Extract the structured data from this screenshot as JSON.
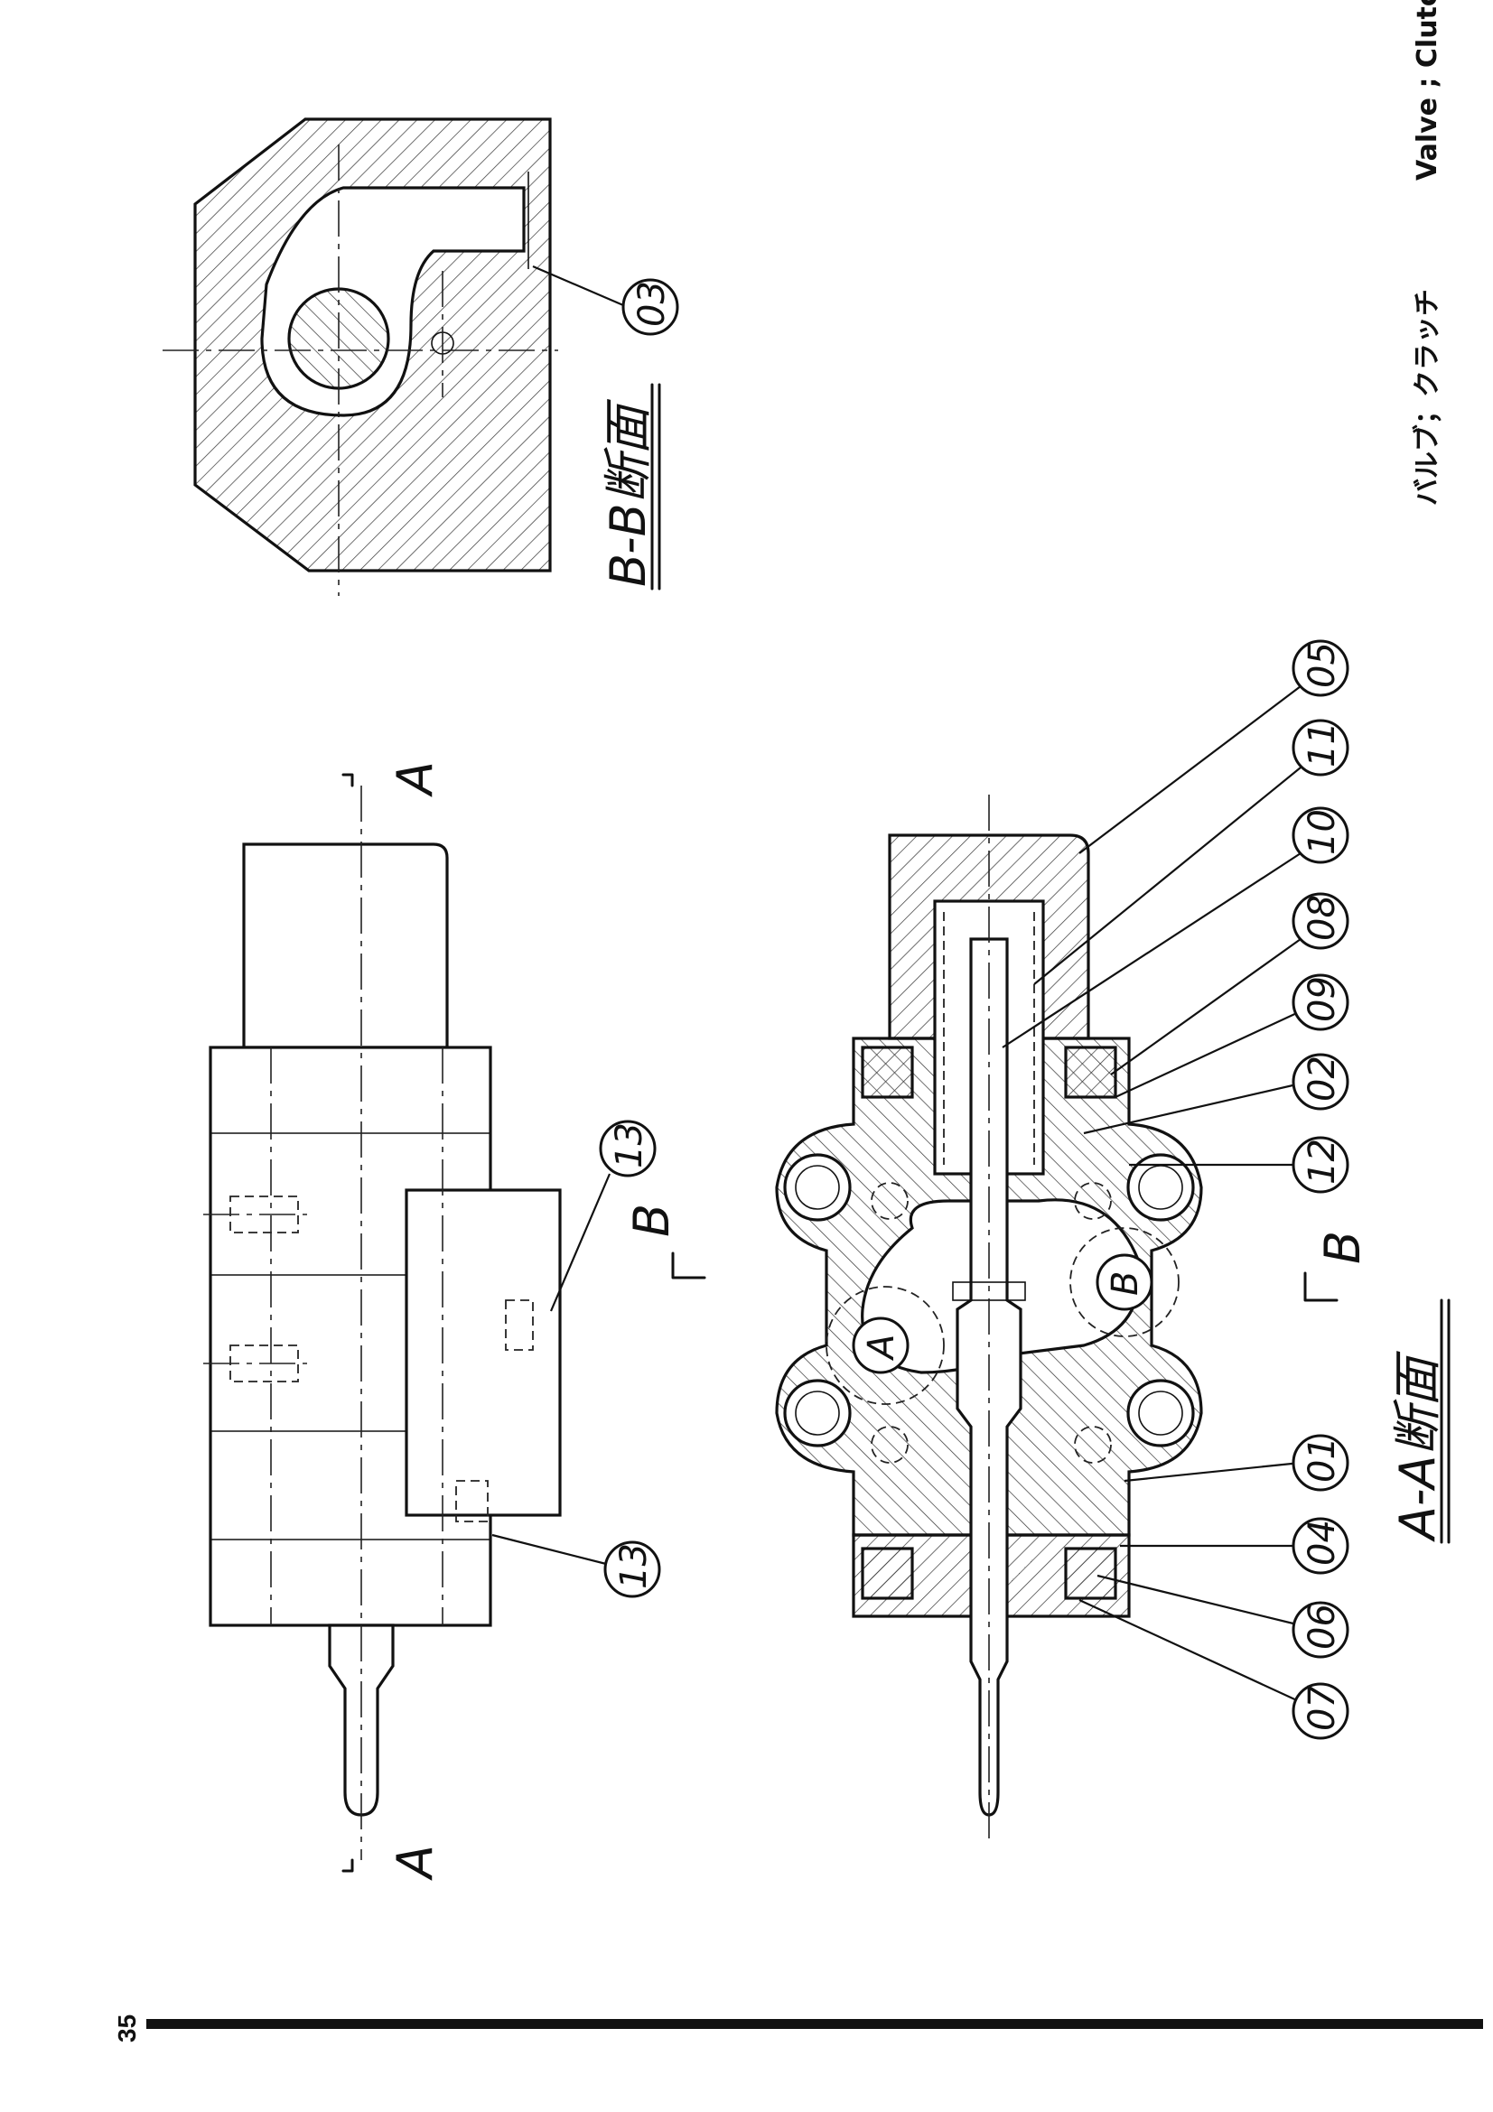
{
  "header": {
    "title_jp": "バルブ；クラッチ",
    "title_en": "Valve ; Clutch"
  },
  "page_number": "35",
  "views": {
    "section_bb_label": "B-B断面",
    "section_aa_label": "A-A断面",
    "cut_a": "A",
    "cut_b": "B",
    "port_a": "A",
    "port_b": "B"
  },
  "parts": [
    {
      "id": "01"
    },
    {
      "id": "02"
    },
    {
      "id": "03"
    },
    {
      "id": "04"
    },
    {
      "id": "05"
    },
    {
      "id": "06"
    },
    {
      "id": "07"
    },
    {
      "id": "08"
    },
    {
      "id": "09"
    },
    {
      "id": "10"
    },
    {
      "id": "11"
    },
    {
      "id": "12"
    },
    {
      "id": "13"
    }
  ],
  "side_view_bubbles": [
    "13",
    "13"
  ]
}
